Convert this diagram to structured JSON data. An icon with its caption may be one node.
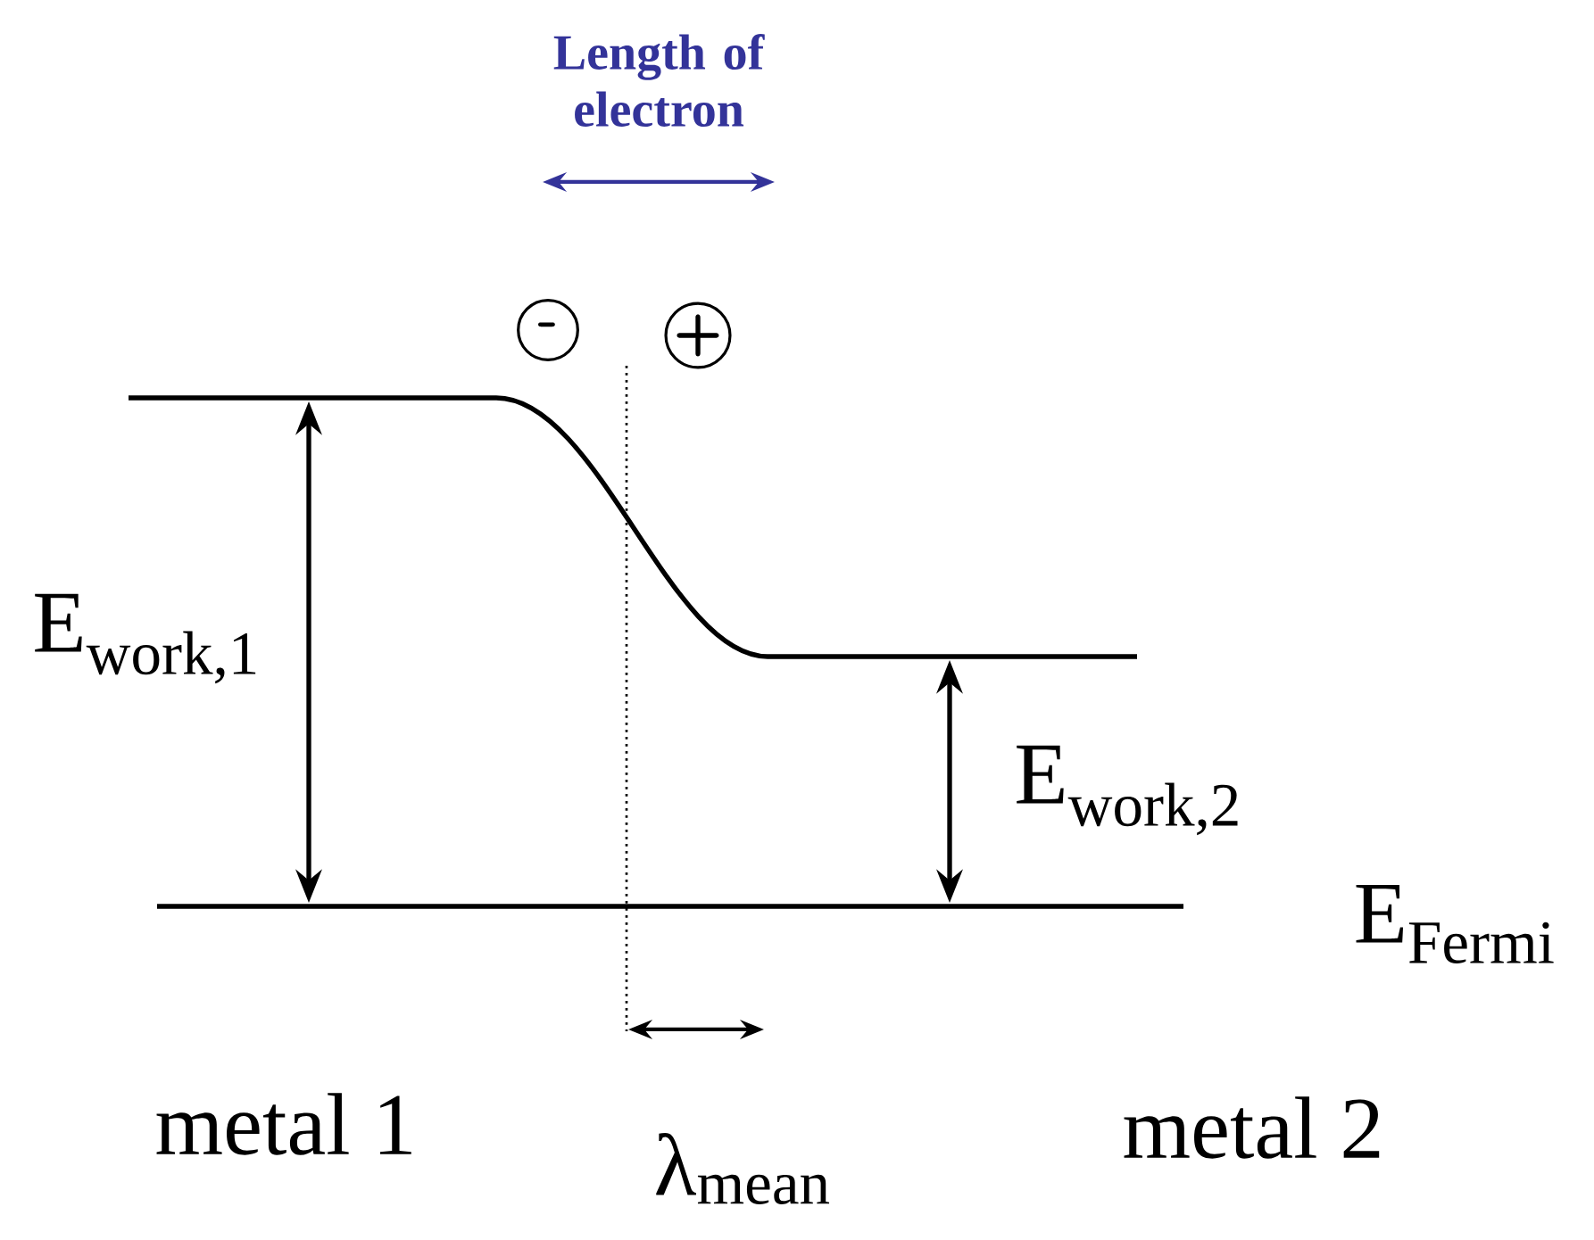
{
  "diagram": {
    "nodes": [
      {
        "text": [
          "-"
        ]
      },
      {
        "text": [
          "+"
        ]
      }
    ],
    "labels": [
      "Length of electron",
      "E$_{work,1}$",
      "E$_{work,2}$",
      "E$_{Fermi}$",
      "metal 1",
      "λ$_{mean}$",
      "metal 2"
    ]
  }
}
